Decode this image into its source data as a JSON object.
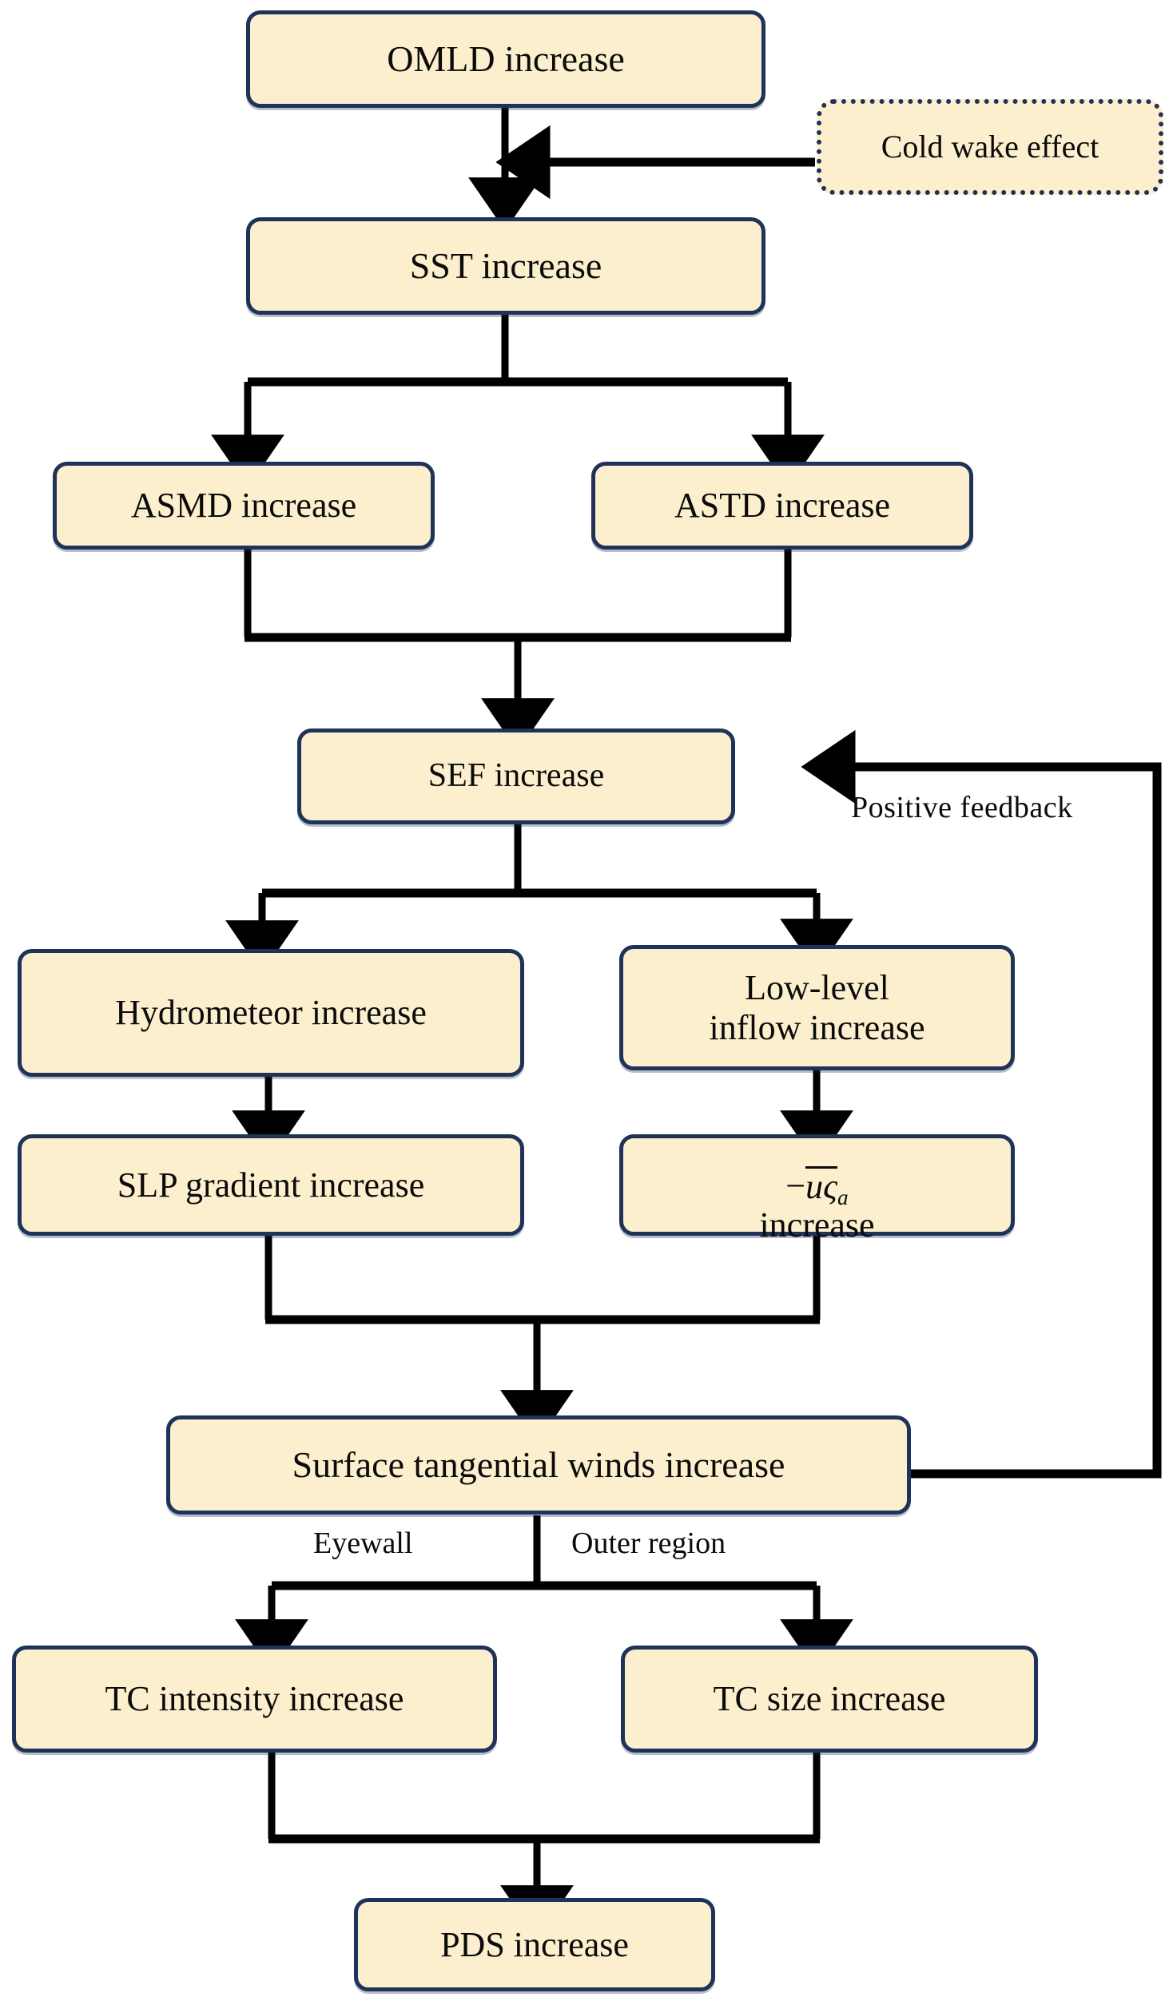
{
  "diagram": {
    "title": "TC ocean-atmosphere positive feedback flowchart",
    "colors": {
      "node_fill": "#FBEFCE",
      "node_border": "#1F3259",
      "connector": "#000000",
      "text": "#0b0b0b",
      "background": "#ffffff"
    },
    "nodes": [
      {
        "id": "omld",
        "label": "OMLD increase",
        "style": "solid"
      },
      {
        "id": "coldwake",
        "label": "Cold wake effect",
        "style": "dotted"
      },
      {
        "id": "sst",
        "label": "SST increase",
        "style": "solid"
      },
      {
        "id": "asmd",
        "label": "ASMD increase",
        "style": "solid"
      },
      {
        "id": "astd",
        "label": "ASTD increase",
        "style": "solid"
      },
      {
        "id": "sef",
        "label": "SEF increase",
        "style": "solid"
      },
      {
        "id": "hydro",
        "label": "Hydrometeor increase",
        "style": "solid"
      },
      {
        "id": "inflow",
        "label": "Low-level\ninflow increase",
        "style": "solid"
      },
      {
        "id": "slp",
        "label": "SLP gradient increase",
        "style": "solid"
      },
      {
        "id": "uzeta",
        "label": "−uςa increase",
        "style": "solid",
        "math": {
          "minus": "−",
          "overbar_terms": "uς",
          "subscript": "a",
          "suffix": "increase"
        }
      },
      {
        "id": "winds",
        "label": "Surface tangential winds  increase",
        "style": "solid"
      },
      {
        "id": "intensity",
        "label": "TC intensity increase",
        "style": "solid"
      },
      {
        "id": "size",
        "label": "TC size increase",
        "style": "solid"
      },
      {
        "id": "pds",
        "label": "PDS increase",
        "style": "solid"
      }
    ],
    "edge_labels": [
      {
        "id": "posfeedback",
        "text": "Positive  feedback"
      },
      {
        "id": "eyewall",
        "text": "Eyewall"
      },
      {
        "id": "outerregion",
        "text": "Outer region"
      }
    ],
    "flow": [
      {
        "from": "omld",
        "to": "sst"
      },
      {
        "from": "coldwake",
        "to": "sst"
      },
      {
        "from": "sst",
        "to": "asmd"
      },
      {
        "from": "sst",
        "to": "astd"
      },
      {
        "from": "asmd",
        "to": "sef"
      },
      {
        "from": "astd",
        "to": "sef"
      },
      {
        "from": "sef",
        "to": "hydro"
      },
      {
        "from": "sef",
        "to": "inflow"
      },
      {
        "from": "hydro",
        "to": "slp"
      },
      {
        "from": "inflow",
        "to": "uzeta"
      },
      {
        "from": "slp",
        "to": "winds"
      },
      {
        "from": "uzeta",
        "to": "winds"
      },
      {
        "from": "winds",
        "to": "sef",
        "label": "Positive  feedback"
      },
      {
        "from": "winds",
        "to": "intensity",
        "label": "Eyewall"
      },
      {
        "from": "winds",
        "to": "size",
        "label": "Outer region"
      },
      {
        "from": "intensity",
        "to": "pds"
      },
      {
        "from": "size",
        "to": "pds"
      }
    ]
  }
}
